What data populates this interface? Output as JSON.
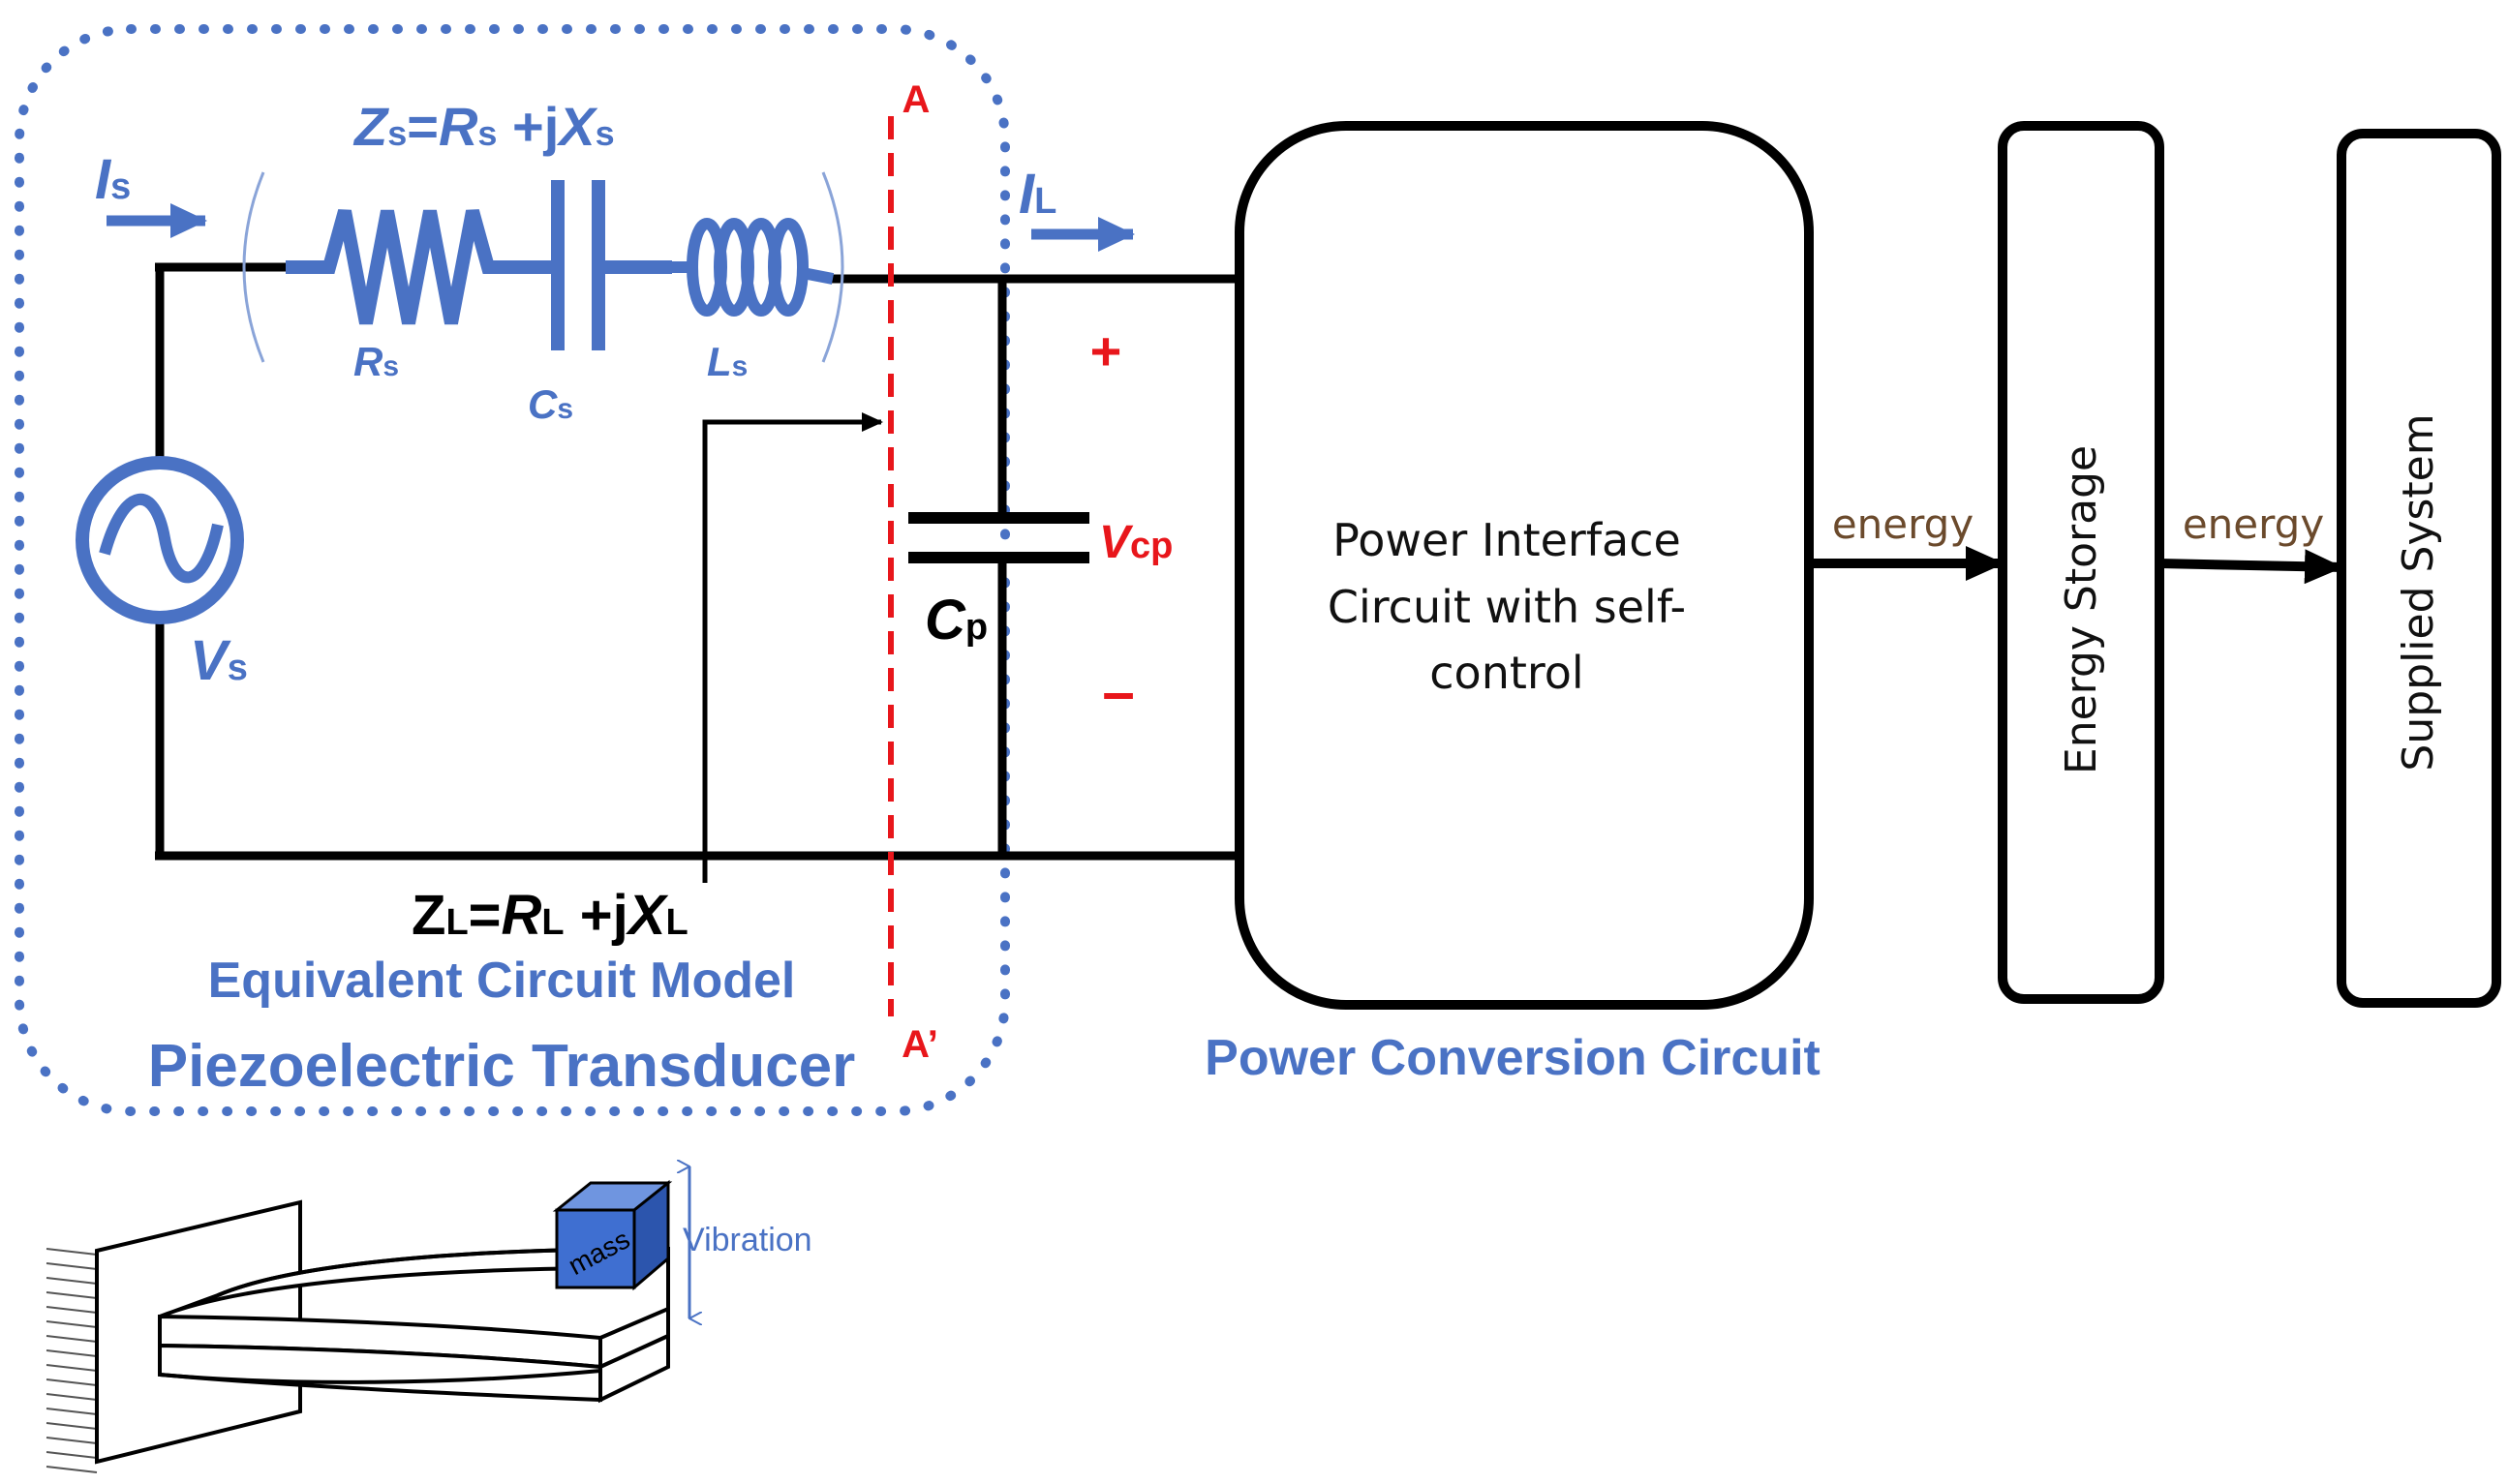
{
  "labels": {
    "zs_eq": "Zs=Rs +jXs",
    "zs_parts": {
      "z": "Z",
      "zsub": "s",
      "eq": "=",
      "r": "R",
      "rsub": "s",
      "plus": " +j",
      "x": "X",
      "xsub": "s"
    },
    "is": {
      "main": "I",
      "sub": "s"
    },
    "il": {
      "main": "I",
      "sub": "L"
    },
    "rs": {
      "main": "R",
      "sub": "s"
    },
    "cs": {
      "main": "C",
      "sub": "s"
    },
    "ls": {
      "main": "L",
      "sub": "s"
    },
    "vs": {
      "main": "V",
      "sub": "s"
    },
    "vcp": {
      "main": "V",
      "sub": "cp"
    },
    "cp": {
      "main": "C",
      "sub": "p"
    },
    "zl": {
      "z": "Z",
      "zsub": "L",
      "eq": "=",
      "r": "R",
      "rsub": "L",
      "plus": " +j",
      "x": "X",
      "xsub": "L"
    },
    "plus_sign": "+",
    "minus_sign": "–",
    "a": "A",
    "a_prime": "A’",
    "equivalent_model": "Equivalent Circuit Model",
    "transducer": "Piezoelectric Transducer",
    "power_conversion": "Power Conversion Circuit",
    "interface_lines": [
      "Power Interface",
      "Circuit with self-",
      "control"
    ],
    "energy_1": "energy",
    "energy_2": "energy",
    "energy_storage": "Energy Storage",
    "supplied_system": "Supplied System",
    "mass": "mass",
    "vibration": "Vibration"
  },
  "colors": {
    "blue": "#4a72c4",
    "red": "#e8161b",
    "black": "#000000",
    "mass_fill": "#3f6fd1"
  }
}
